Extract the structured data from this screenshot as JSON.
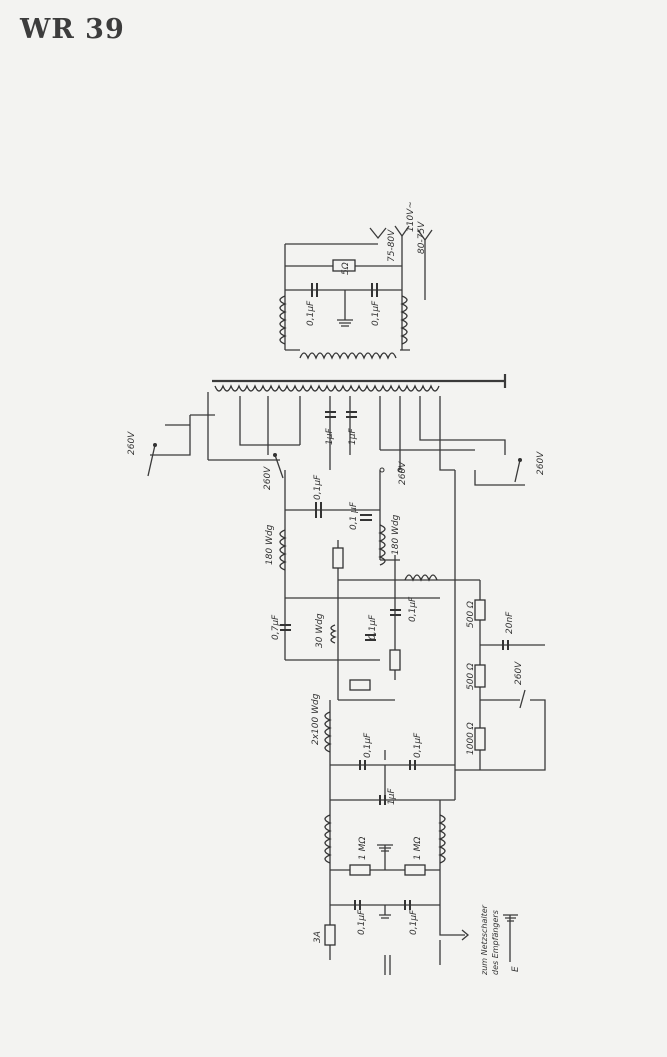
{
  "title": "WR 39",
  "labels": {
    "v75_80": "75-80V",
    "v110": "110V~",
    "v80_75": "80-75V",
    "r5ohm": "5Ω",
    "c01_in_l": "0,1μF",
    "c01_in_r": "0,1μF",
    "v260_left": "260V",
    "v260_switch": "260V",
    "v260_mid": "260V",
    "v260_right": "260V",
    "c1uf_a": "1μF",
    "c1uf_b": "1μF",
    "c01_mid": "0,1μF",
    "c01_f": "0,1 μF",
    "wdg180a": "180 Wdg",
    "wdg180b": "180 Wdg",
    "c07": "0,7μF",
    "wdg30": "30 Wdg",
    "c01_c": "0,1μF",
    "c01_d": "0,1μF",
    "r500a": "500 Ω",
    "c20nf": "20nF",
    "v260_r": "260V",
    "r500b": "500 Ω",
    "r1000": "1000 Ω",
    "wdg2x100": "2x100 Wdg",
    "c01_e": "0,1μF",
    "c01_g": "0,1μF",
    "c1uf_c": "1μF",
    "r1m_a": "1 MΩ",
    "r1m_b": "1 MΩ",
    "c01_h": "0,1μF",
    "c01_i": "0,1μF",
    "fuse": "3A",
    "netz1": "zum Netzschalter",
    "netz2": "des Empfängers",
    "earth": "E"
  }
}
